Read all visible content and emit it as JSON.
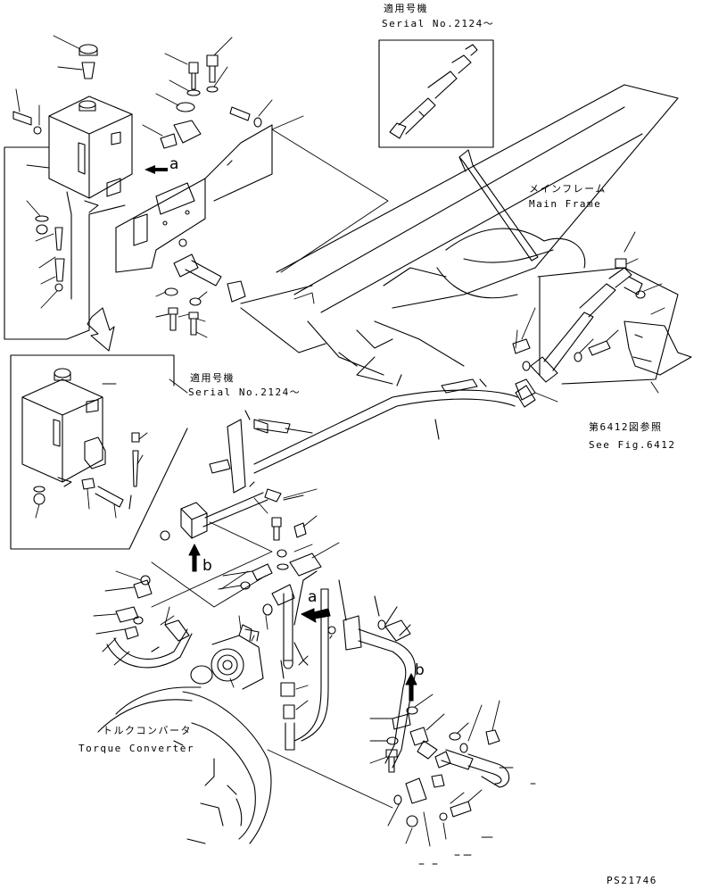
{
  "labels": {
    "inset_top_jp": "適用号機",
    "inset_top_serial": "Serial No.2124～",
    "inset_left_jp": "適用号機",
    "inset_left_serial": "Serial No.2124～",
    "main_frame_jp": "メインフレーム",
    "main_frame_en": "Main Frame",
    "see_fig_jp": "第6412図参照",
    "see_fig_en": "See Fig.6412",
    "torque_converter_jp": "トルクコンバータ",
    "torque_converter_en": "Torque Converter",
    "callout_a_upper": "a",
    "callout_a_lower": "a",
    "callout_b_left": "b",
    "callout_b_lower": "b",
    "figure_code": "PS21746"
  },
  "colors": {
    "line": "#000000",
    "background": "#ffffff"
  }
}
